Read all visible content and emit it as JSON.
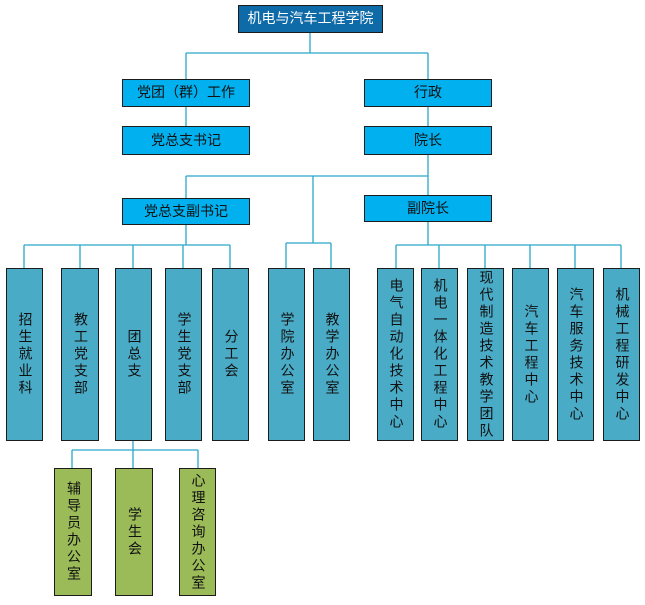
{
  "root": {
    "label": "机电与汽车工程学院"
  },
  "level2": {
    "party": "党团（群）工作",
    "admin": "行政"
  },
  "level3": {
    "secretary": "党总支书记",
    "dean": "院长"
  },
  "level4": {
    "deputy_secretary": "党总支副书记",
    "vice_dean": "副院长"
  },
  "party_units": [
    "招生就业科",
    "教工党支部",
    "团总支",
    "学生党支部",
    "分工会"
  ],
  "dean_offices": [
    "学院办公室",
    "教学办公室"
  ],
  "centers": [
    "电气自动化技术中心",
    "机电一体化工程中心",
    "现代制造技术教学团队",
    "汽车工程中心",
    "汽车服务技术中心",
    "机械工程研发中心"
  ],
  "youth_units": [
    "辅导员办公室",
    "学生会",
    "心理咨询办公室"
  ]
}
